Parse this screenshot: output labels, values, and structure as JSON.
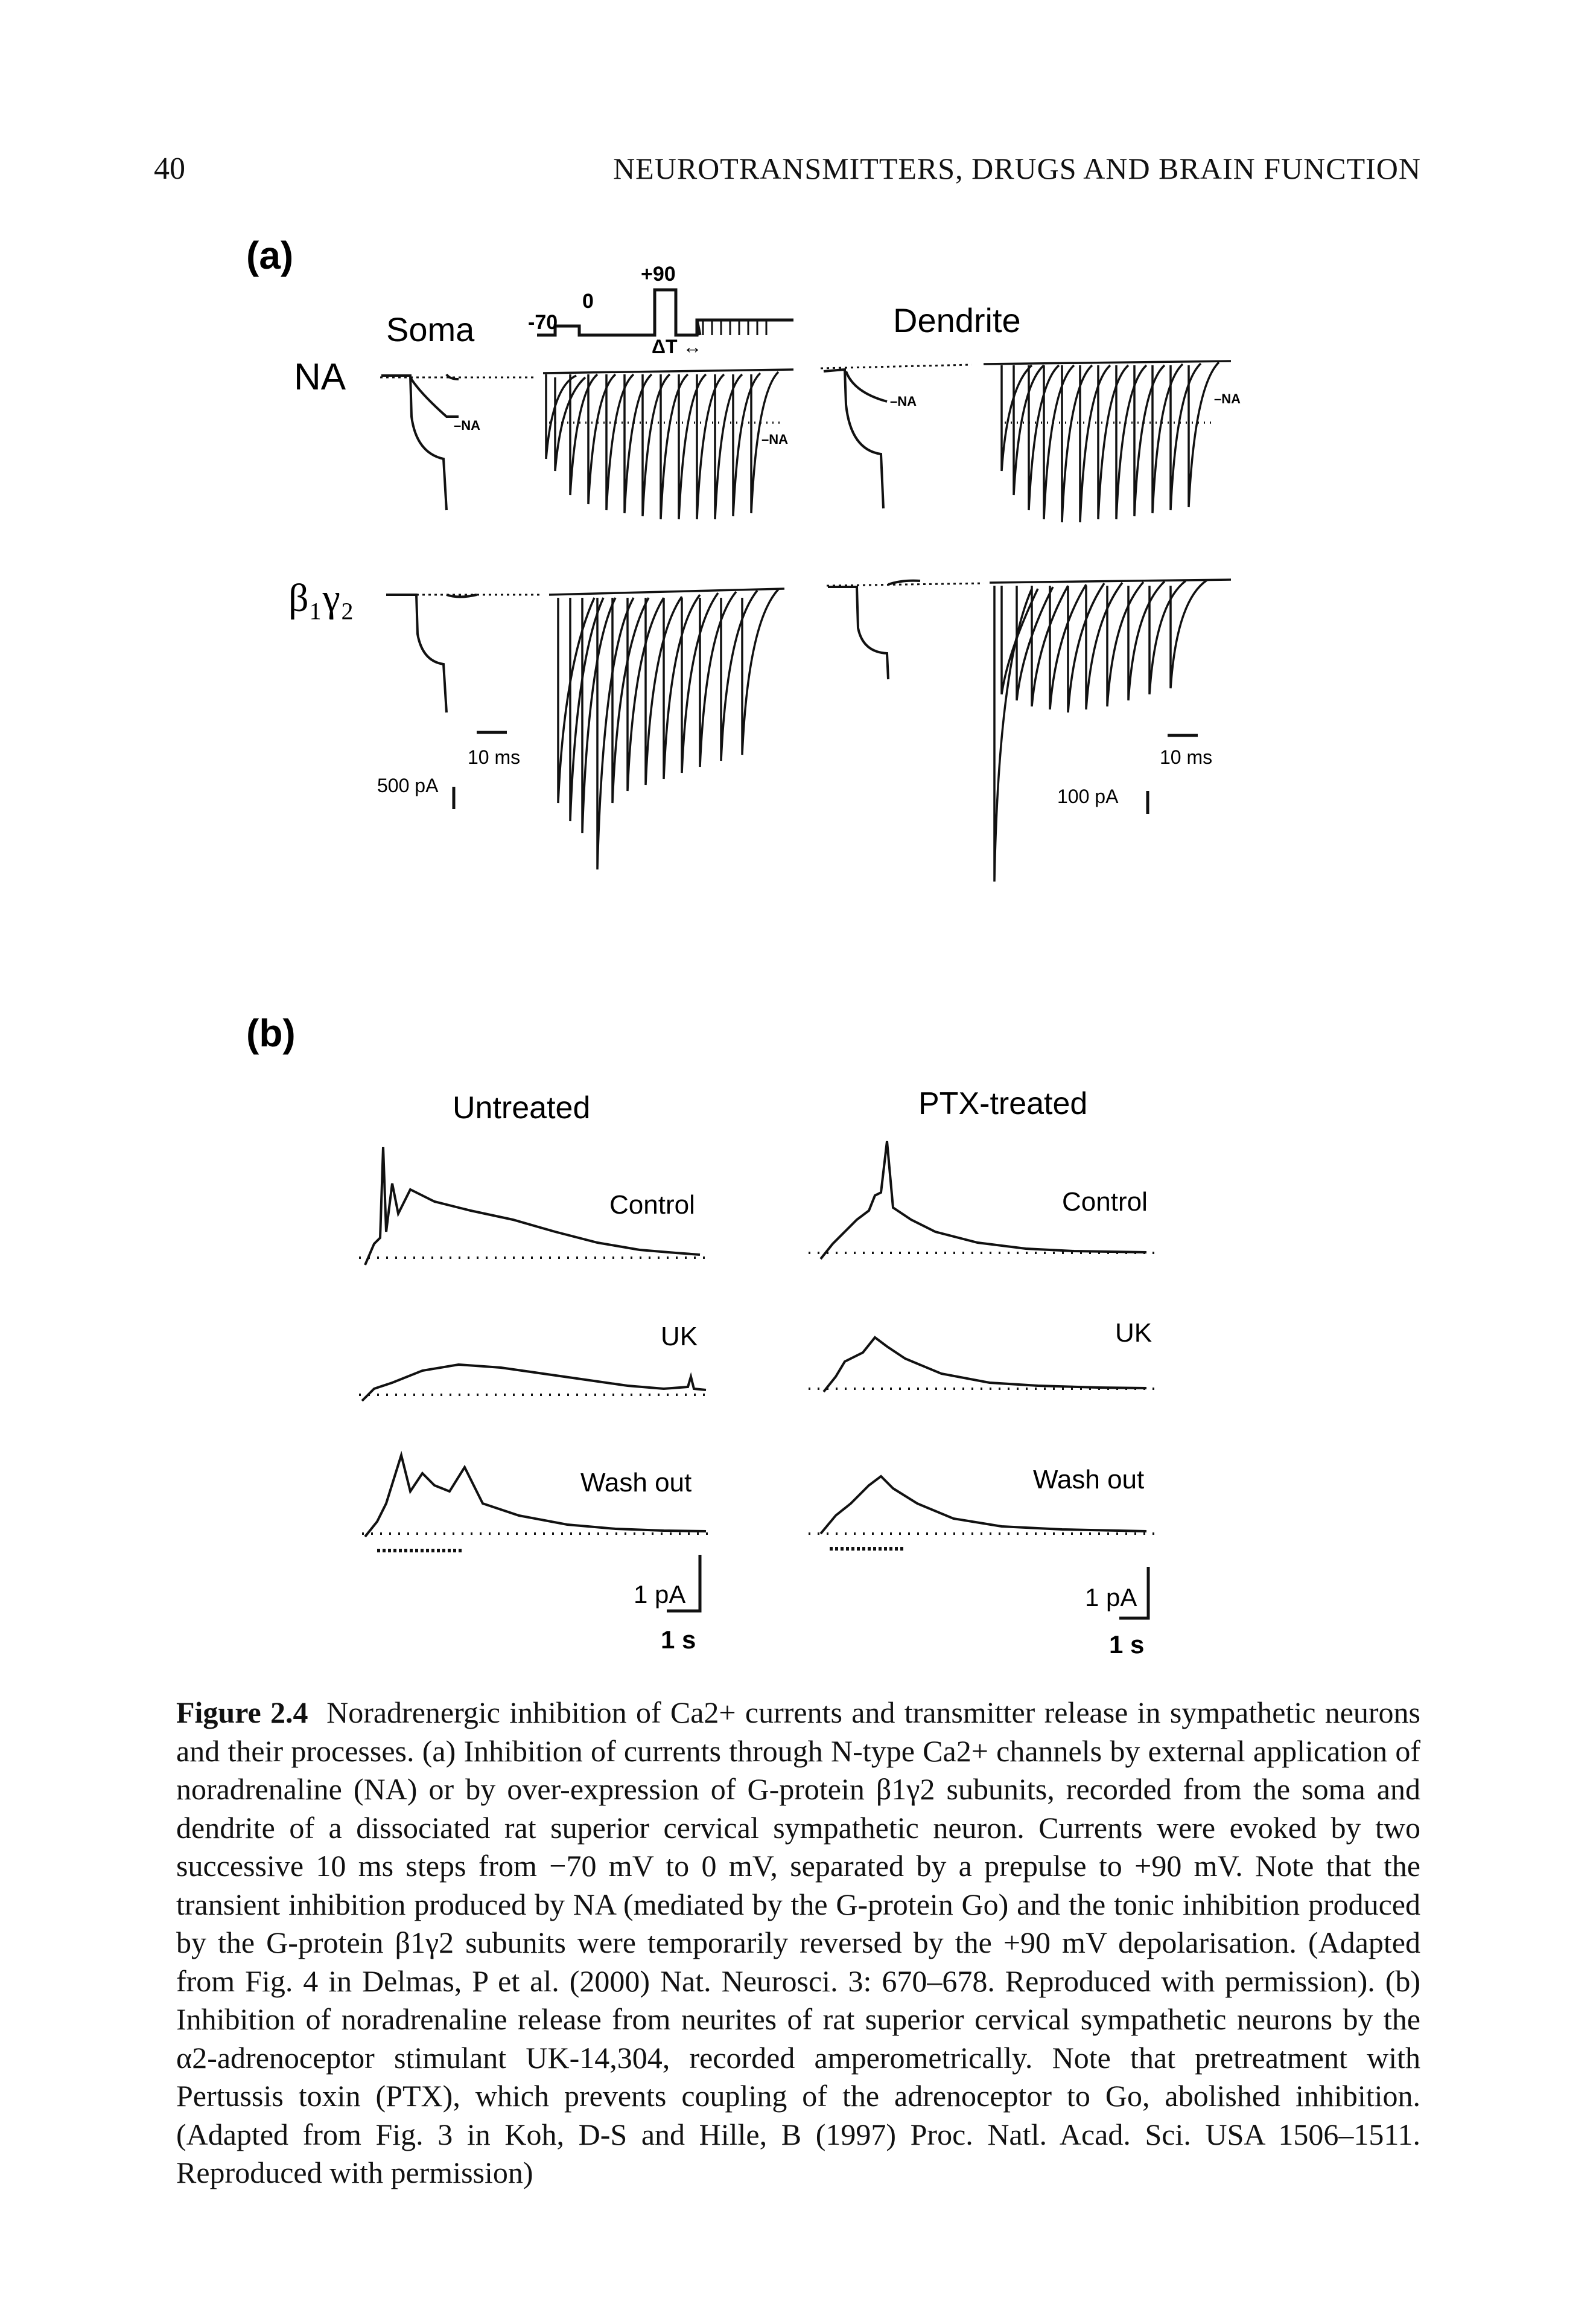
{
  "page": {
    "number": "40",
    "running_head": "NEUROTRANSMITTERS, DRUGS AND BRAIN FUNCTION"
  },
  "panel_a": {
    "label": "(a)",
    "protocol": {
      "v_hold": "-70",
      "v_step": "0",
      "v_prepulse": "+90",
      "delta_t": "ΔT ↔"
    },
    "soma_title": "Soma",
    "dendrite_title": "Dendrite",
    "row_na_label": "NA",
    "row_bg_label": "β₁γ₂",
    "trace_tag": "–NA",
    "soma_scale": {
      "current": "500 pA",
      "time": "10 ms"
    },
    "dendrite_scale": {
      "current": "100 pA",
      "time": "10 ms"
    }
  },
  "panel_b": {
    "label": "(b)",
    "untreated_title": "Untreated",
    "ptx_title": "PTX-treated",
    "conditions": [
      "Control",
      "UK",
      "Wash out"
    ],
    "scale_current": "1 pA",
    "scale_time": "1 s"
  },
  "caption": {
    "figure_label": "Figure 2.4",
    "text": "Noradrenergic inhibition of Ca2+ currents and transmitter release in sympathetic neurons and their processes. (a) Inhibition of currents through N-type Ca2+ channels by external application of noradrenaline (NA) or by over-expression of G-protein β1γ2 subunits, recorded from the soma and dendrite of a dissociated rat superior cervical sympathetic neuron. Currents were evoked by two successive 10 ms steps from −70 mV to 0 mV, separated by a prepulse to +90 mV. Note that the transient inhibition produced by NA (mediated by the G-protein Go) and the tonic inhibition produced by the G-protein β1γ2 subunits were temporarily reversed by the +90 mV depolarisation. (Adapted from Fig. 4 in Delmas, P et al. (2000) Nat. Neurosci. 3: 670–678. Reproduced with permission). (b) Inhibition of noradrenaline release from neurites of rat superior cervical sympathetic neurons by the α2-adrenoceptor stimulant UK-14,304, recorded amperometrically. Note that pretreatment with Pertussis toxin (PTX), which prevents coupling of the adrenoceptor to Go, abolished inhibition. (Adapted from Fig. 3 in Koh, D-S and Hille, B (1997) Proc. Natl. Acad. Sci. USA 1506–1511. Reproduced with permission)"
  }
}
